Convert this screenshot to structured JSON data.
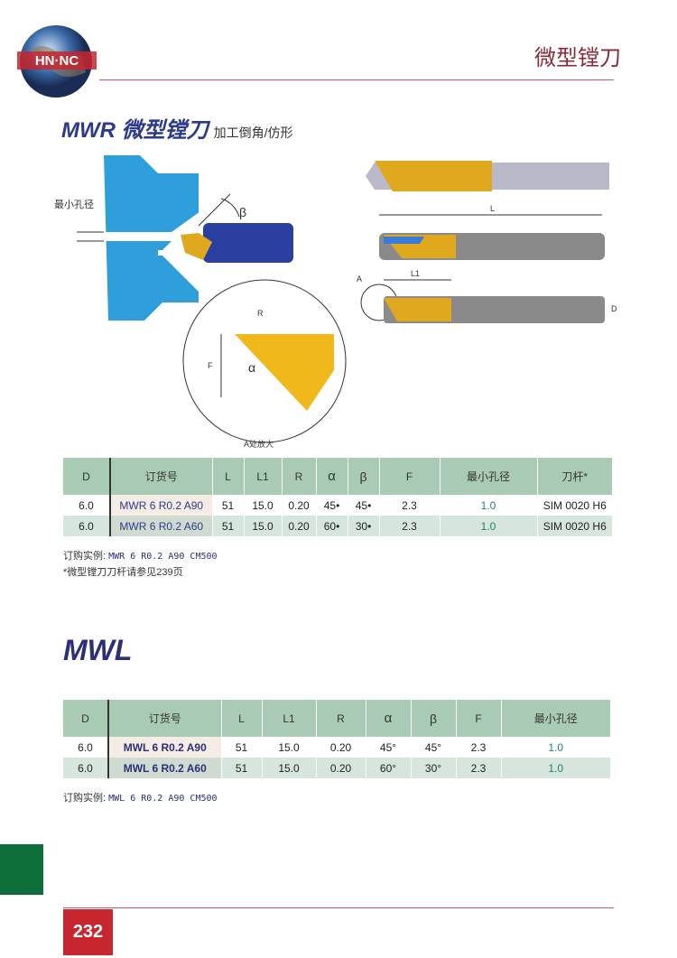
{
  "logo": "HN·NC",
  "page_title": "微型镗刀",
  "section1": {
    "model": "MWR 微型镗刀",
    "subtitle": "加工倒角/仿形"
  },
  "diagram": {
    "min_bore_label": "最小孔径",
    "beta": "β",
    "alpha": "α",
    "R": "R",
    "F": "F",
    "L": "L",
    "L1": "L1",
    "A": "A",
    "D": "D",
    "detail_caption": "A处放大"
  },
  "table1": {
    "headers": [
      "D",
      "订货号",
      "L",
      "L1",
      "R",
      "α",
      "β",
      "F",
      "最小孔径",
      "刀杆*"
    ],
    "rows": [
      [
        "6.0",
        "MWR 6 R0.2 A90",
        "51",
        "15.0",
        "0.20",
        "45•",
        "45•",
        "2.3",
        "1.0",
        "SIM 0020 H6"
      ],
      [
        "6.0",
        "MWR 6 R0.2 A60",
        "51",
        "15.0",
        "0.20",
        "60•",
        "30•",
        "2.3",
        "1.0",
        "SIM 0020 H6"
      ]
    ]
  },
  "note1": {
    "label": "订购实例:",
    "example": "MWR 6 R0.2 A90 CM500",
    "ref": "*微型镗刀刀杆请参见239页"
  },
  "section2": {
    "model": "MWL"
  },
  "table2": {
    "headers": [
      "D",
      "订货号",
      "L",
      "L1",
      "R",
      "α",
      "β",
      "F",
      "最小孔径"
    ],
    "rows": [
      [
        "6.0",
        "MWL 6 R0.2 A90",
        "51",
        "15.0",
        "0.20",
        "45°",
        "45°",
        "2.3",
        "1.0"
      ],
      [
        "6.0",
        "MWL 6 R0.2 A60",
        "51",
        "15.0",
        "0.20",
        "60°",
        "30°",
        "2.3",
        "1.0"
      ]
    ]
  },
  "note2": {
    "label": "订购实例:",
    "example": "MWL 6 R0.2 A90 CM500"
  },
  "page_number": "232"
}
